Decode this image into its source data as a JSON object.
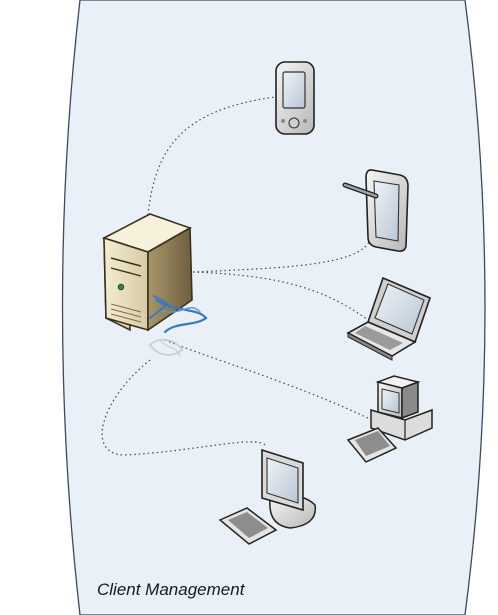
{
  "diagram": {
    "caption": "Client Management",
    "nodes": [
      {
        "id": "server",
        "icon": "server-icon"
      },
      {
        "id": "pda",
        "icon": "pda-icon"
      },
      {
        "id": "tablet",
        "icon": "tablet-icon"
      },
      {
        "id": "laptop",
        "icon": "laptop-icon"
      },
      {
        "id": "desktop",
        "icon": "desktop-computer-icon"
      },
      {
        "id": "workstation",
        "icon": "monitor-keyboard-icon"
      }
    ],
    "connector_style": "dotted",
    "colors": {
      "panel_fill": "#e9f0f8",
      "panel_stroke": "#3d4a5c",
      "connector": "#444444"
    }
  }
}
